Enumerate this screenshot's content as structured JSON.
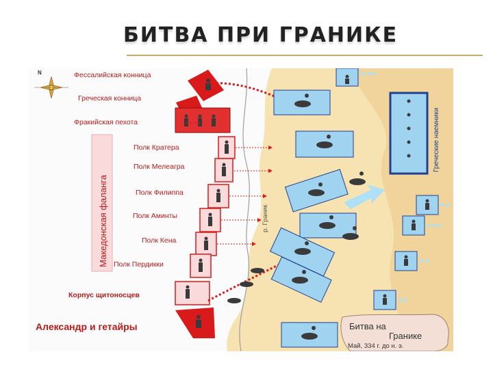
{
  "title": "БИТВА ПРИ ГРАНИКЕ",
  "compass": {
    "label": "N"
  },
  "macedonian_labels": {
    "thessalian_cavalry": "Фессалийская конница",
    "greek_cavalry": "Греческая конница",
    "thracian_infantry": "Фракийская пехота",
    "phalanx": "Македонская фаланга",
    "regiments": [
      "Полк Кратера",
      "Полк Мелеагра",
      "Полк Филиппа",
      "Полк Аминты",
      "Полк Кена",
      "Полк Пердикки"
    ],
    "hypaspists": "Корпус щитоносцев",
    "alexander": "Александр и гетайры"
  },
  "persian_labels": {
    "mercenaries": "Греческие наемники"
  },
  "river": "р. Граник",
  "cartouche": {
    "line1": "Битва на",
    "line2": "Гранике",
    "date": "Май, 334 г. до н. э."
  },
  "colors": {
    "macedonian": "#d91a1a",
    "persian": "#9fd3f0",
    "persian_border": "#1f3f8f",
    "land": "#f7e2b2",
    "west_bank": "#fbfbfb"
  }
}
